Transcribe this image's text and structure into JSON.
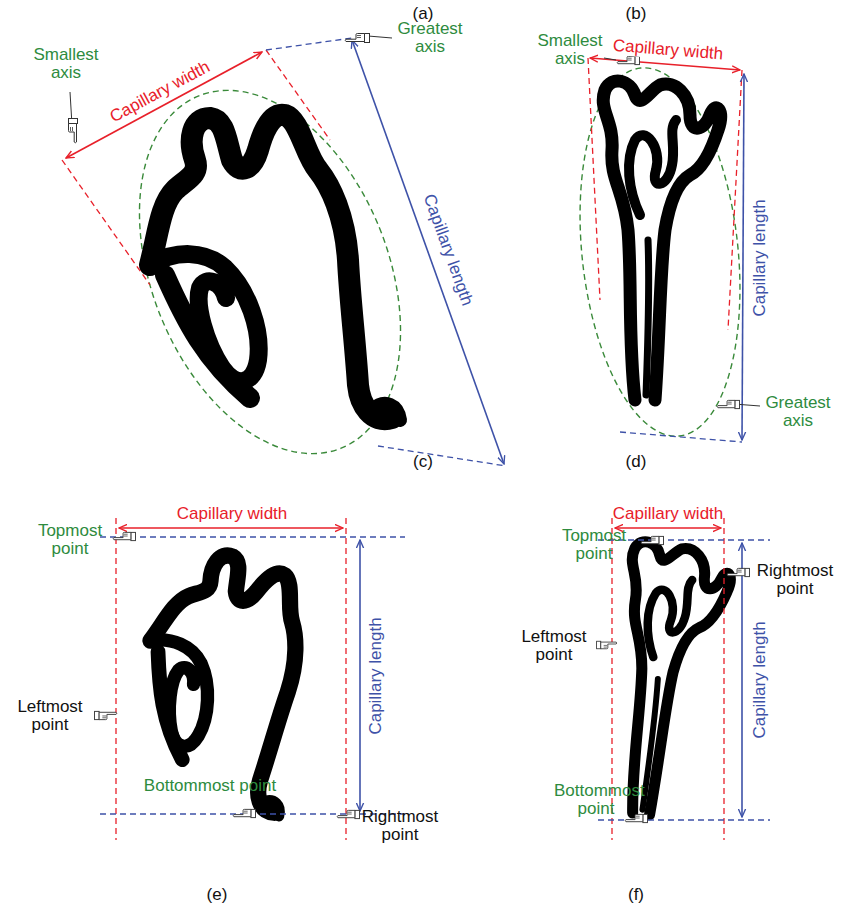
{
  "diagram": {
    "labels": [
      "(a)",
      "(b)",
      "Smallest axis",
      "Capillary width",
      "Greatest axis",
      "Capillary length",
      "Smallest axis",
      "Capillary width",
      "Capillary length",
      "Greatest axis",
      "(c)",
      "(d)",
      "Capillary width",
      "Topmost point",
      "Leftmost point",
      "Capillary length",
      "Bottommost point",
      "Rightmost point",
      "Capillary width",
      "Topmost point",
      "Rightmost point",
      "Leftmost point",
      "Capillary length",
      "Bottommost point",
      "(e)",
      "(f)"
    ]
  }
}
